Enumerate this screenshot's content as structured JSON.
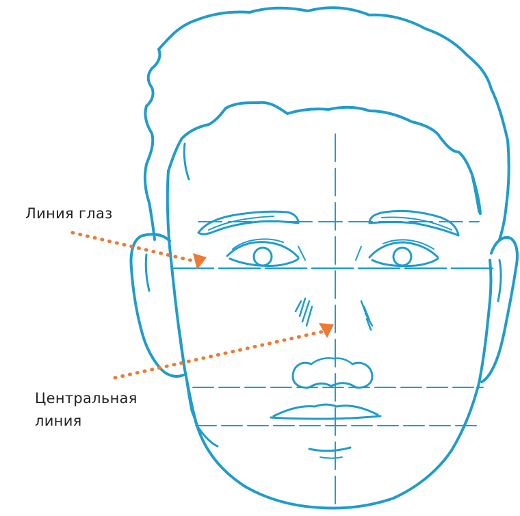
{
  "labels": {
    "eye_line": "Линия глаз",
    "center_line_1": "Центральная",
    "center_line_2": "линия"
  },
  "colors": {
    "sketch": "#1f9ccc",
    "arrow": "#ec7a33",
    "text": "#222222"
  }
}
